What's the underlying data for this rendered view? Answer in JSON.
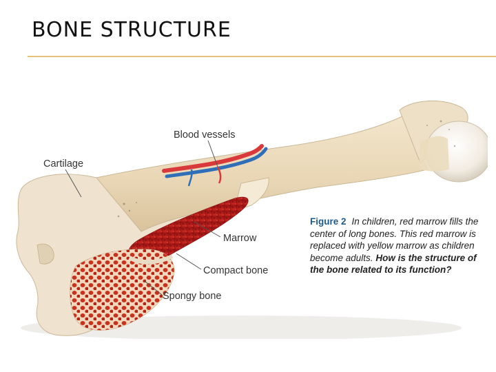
{
  "slide": {
    "title": "BONE STRUCTURE",
    "accent_color": "#e6c27a"
  },
  "diagram": {
    "labels": {
      "blood_vessels": "Blood vessels",
      "cartilage": "Cartilage",
      "marrow": "Marrow",
      "compact_bone": "Compact bone",
      "spongy_bone": "Spongy bone"
    },
    "caption": {
      "figure_label": "Figure 2",
      "text": "In children, red marrow fills the center of long bones. This red marrow is replaced with yellow marrow as children become adults.",
      "question": "How is the structure of the bone related to its function?"
    },
    "colors": {
      "bone": "#ecdcc0",
      "marrow": "#b0181a",
      "spongy": "#d1451f",
      "artery": "#d9393a",
      "vein": "#2f6fb8"
    }
  }
}
